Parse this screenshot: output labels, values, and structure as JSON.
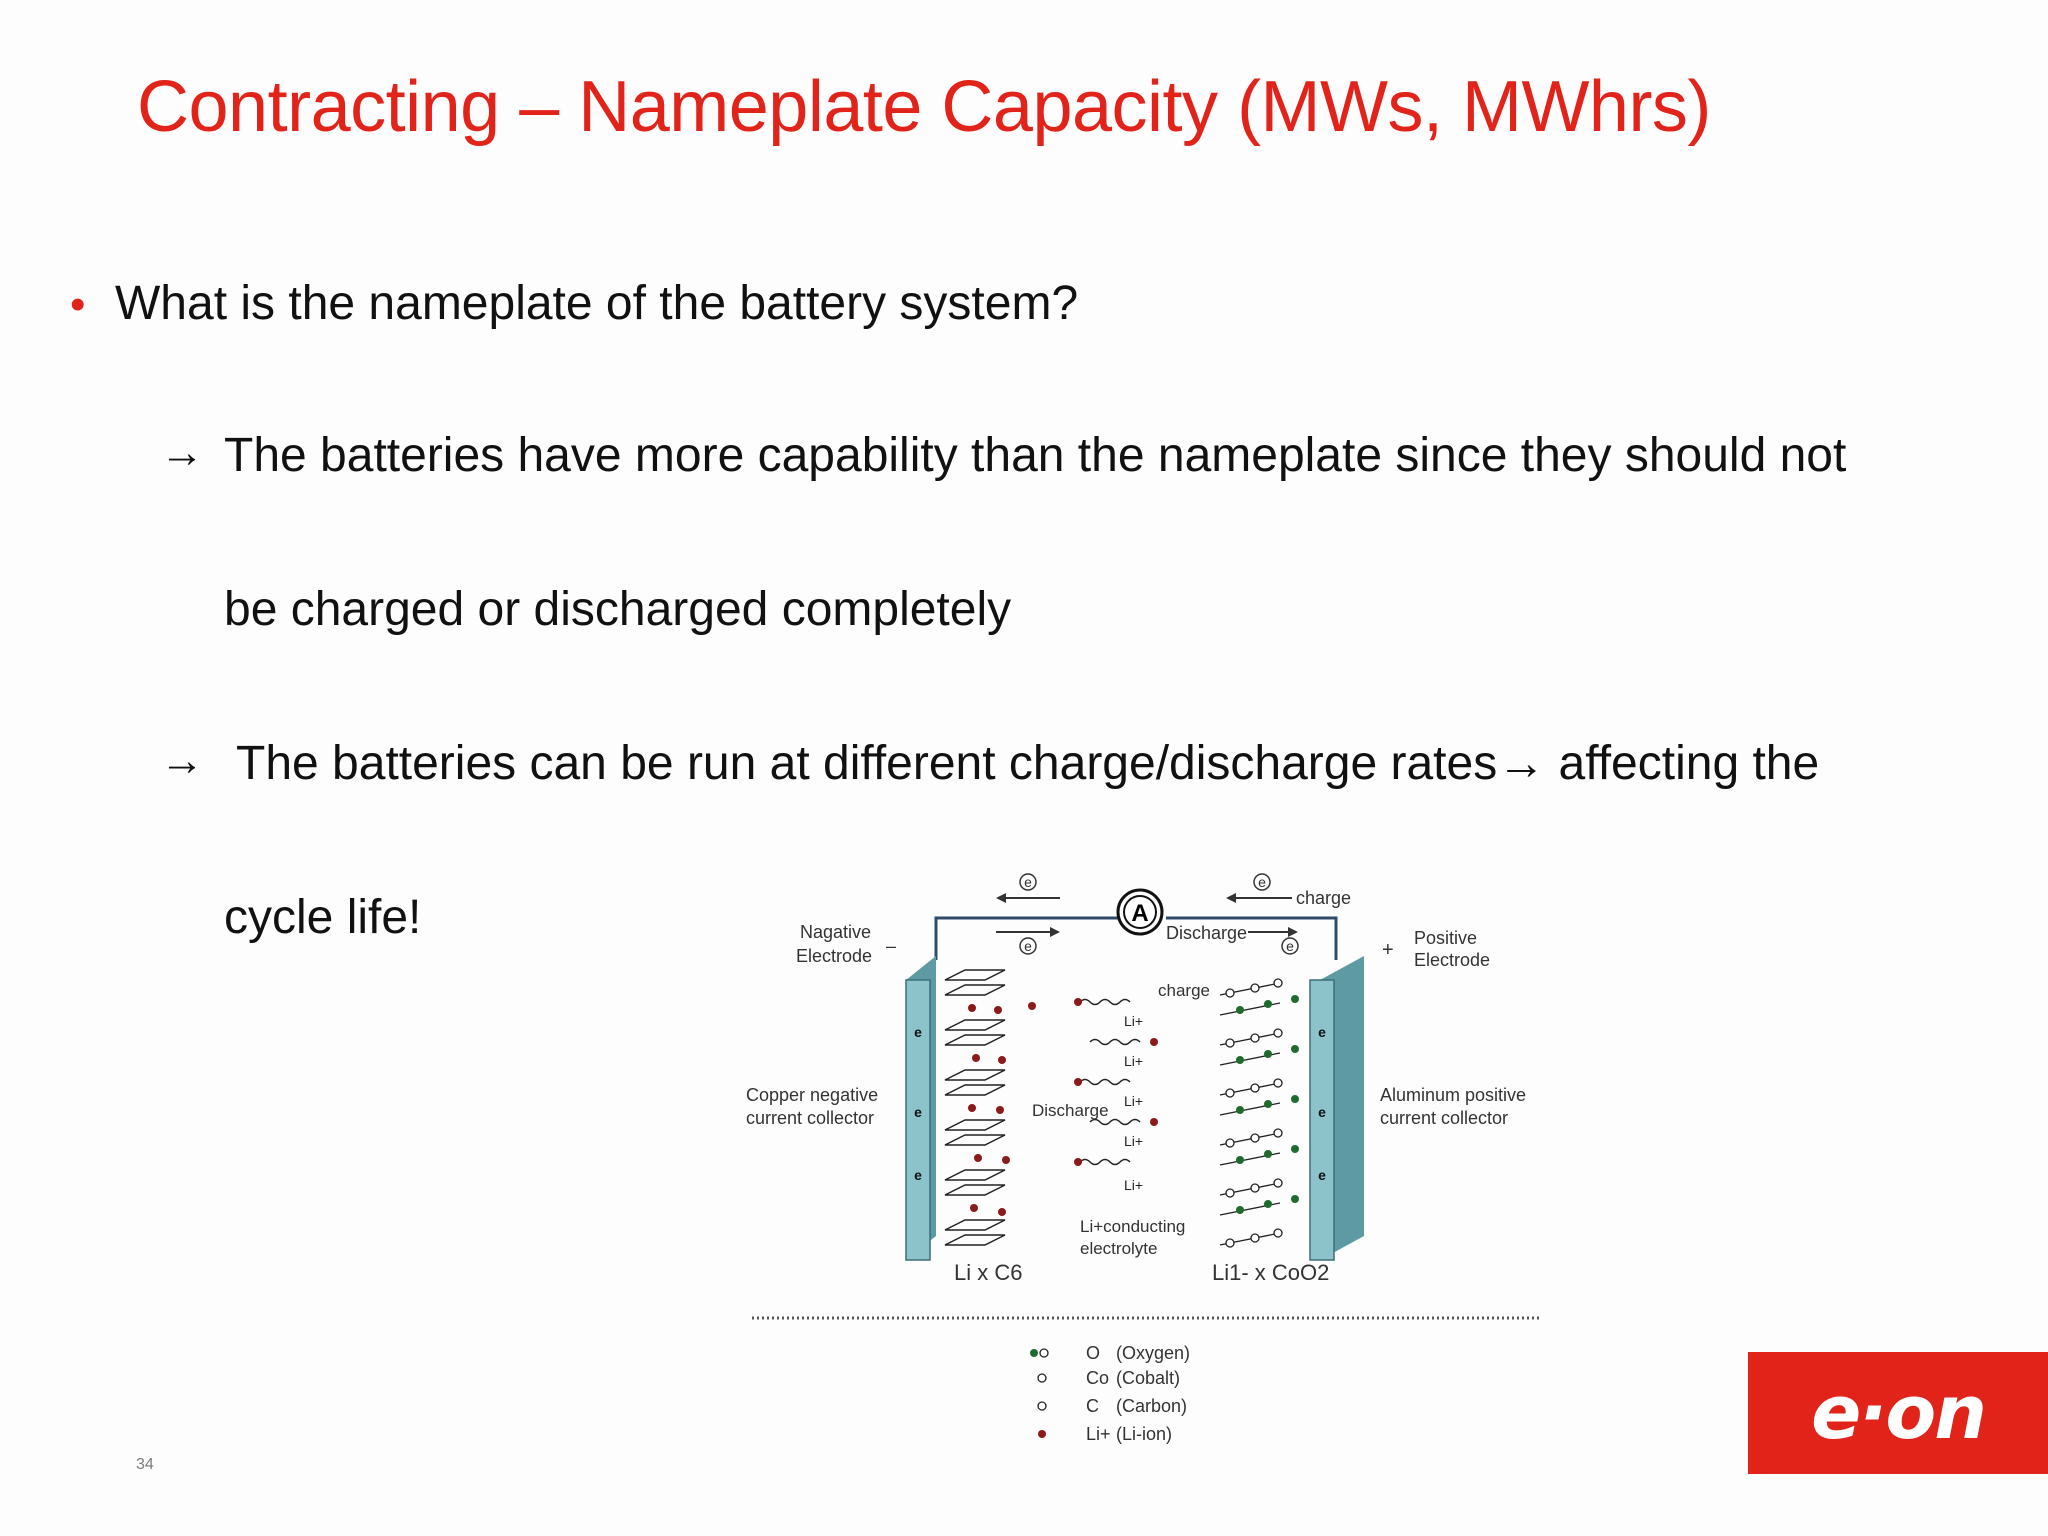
{
  "slide": {
    "title": "Contracting – Nameplate Capacity (MWs, MWhrs)",
    "bullet_marker": "•",
    "bullet": "What is the nameplate of the battery system?",
    "arrow_glyph": "→",
    "sub1_line1": "The batteries have more capability than the nameplate since they should not",
    "sub1_line2": "be charged or discharged completely",
    "sub2_line1_a": "The batteries can be run at different charge/discharge rates",
    "sub2_line1_b": "affecting the",
    "sub2_line2": "cycle life!",
    "page_number": "34",
    "logo": "e·on"
  },
  "diagram": {
    "electron_symbol": "e",
    "ammeter": "A",
    "charge_top": "charge",
    "discharge_top": "Discharge",
    "negative_electrode": [
      "Nagative",
      "Electrode"
    ],
    "negative_sign": "–",
    "positive_sign": "+",
    "positive_electrode": [
      "Positive",
      "Electrode"
    ],
    "copper_collector": [
      "Copper negative",
      "current collector"
    ],
    "aluminum_collector": [
      "Aluminum positive",
      "current collector"
    ],
    "charge_mid": "charge",
    "discharge_mid": "Discharge",
    "li_ion": "Li+",
    "electrolyte": [
      "Li+conducting",
      "electrolyte"
    ],
    "anode_formula": "Li x C6",
    "cathode_formula": "Li1- x CoO2",
    "legend": [
      {
        "symbol": "O",
        "label": "(Oxygen)"
      },
      {
        "symbol": "Co",
        "label": "(Cobalt)"
      },
      {
        "symbol": "C",
        "label": "(Carbon)"
      },
      {
        "symbol": "Li+",
        "label": "(Li-ion)"
      }
    ],
    "colors": {
      "collector": "#7fb8c0",
      "wire": "#2e4a6b",
      "li": "#8b1a1a",
      "oxygen": "#1f6b2e"
    }
  }
}
